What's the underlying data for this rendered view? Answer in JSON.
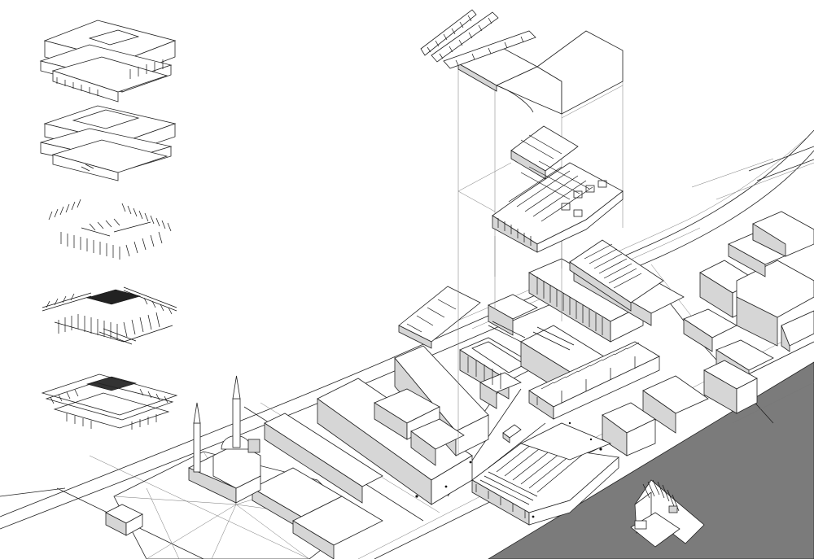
{
  "drawing": {
    "type": "exploded axonometric architectural diagram",
    "colors": {
      "background": "#ffffff",
      "line": "#222222",
      "water": "#7b7b7b",
      "shade_light": "#d6d6d6",
      "shade_dark": "#b4b4b4"
    },
    "icons": [
      "mosque",
      "minaret",
      "tram",
      "pier"
    ],
    "phase_diagrams_count": 5,
    "exploded_levels_count": 3
  }
}
